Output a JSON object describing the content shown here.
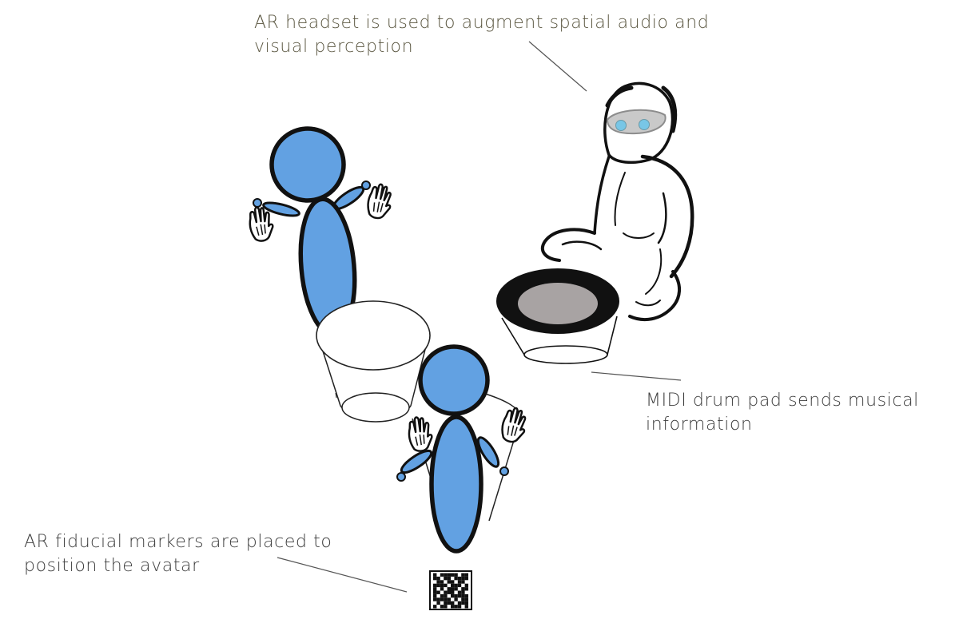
{
  "annotations": {
    "headset": "AR headset is used to augment spatial audio and\nvisual perception",
    "drum_pad": "MIDI drum pad sends musical\ninformation",
    "fiducial_marker": "AR fiducial markers are placed to\nposition the avatar"
  },
  "colors": {
    "avatar_fill": "#62a1e2",
    "outline": "#111111",
    "drum_rim": "#111111",
    "drum_head": "#a8a3a3",
    "headset_visor": "#c9c9c9",
    "headset_eyes": "#78c6e6",
    "leader_line": "#555555",
    "headset_label": "#5a5640",
    "body_label": "#3c3c3c"
  },
  "icons": [
    "hand-icon",
    "fiducial-marker-icon",
    "ar-headset-icon",
    "drum-pad-icon"
  ]
}
